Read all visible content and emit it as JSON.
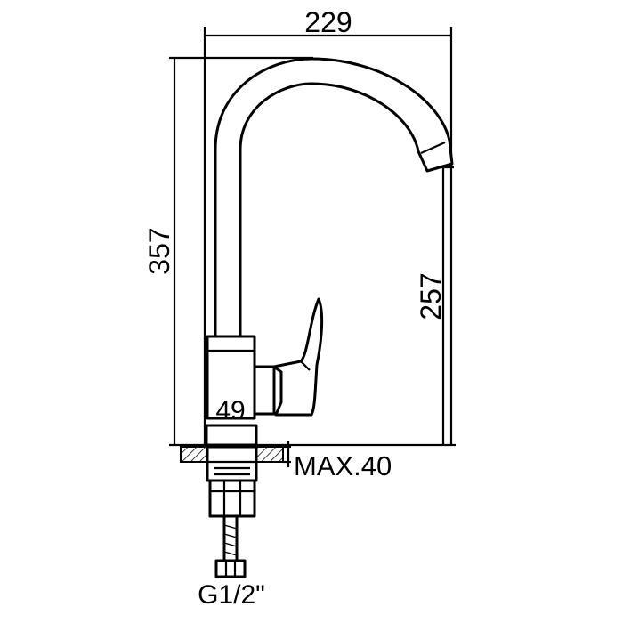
{
  "dimensions": {
    "width_total": "229",
    "height_total": "357",
    "spout_height": "257",
    "base_diameter": "49",
    "max_thickness": "MAX.40",
    "thread": "G1/2\""
  },
  "colors": {
    "line": "#000000",
    "background": "#ffffff"
  }
}
